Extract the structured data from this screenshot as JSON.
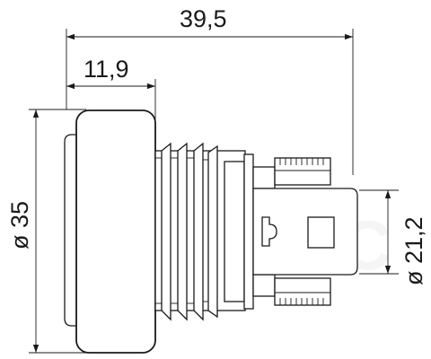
{
  "dimensions": {
    "overall_length": "39,5",
    "flange_depth": "11,9",
    "flange_diameter": "ø 35",
    "body_diameter": "ø 21,2"
  },
  "watermark": "OBOC"
}
